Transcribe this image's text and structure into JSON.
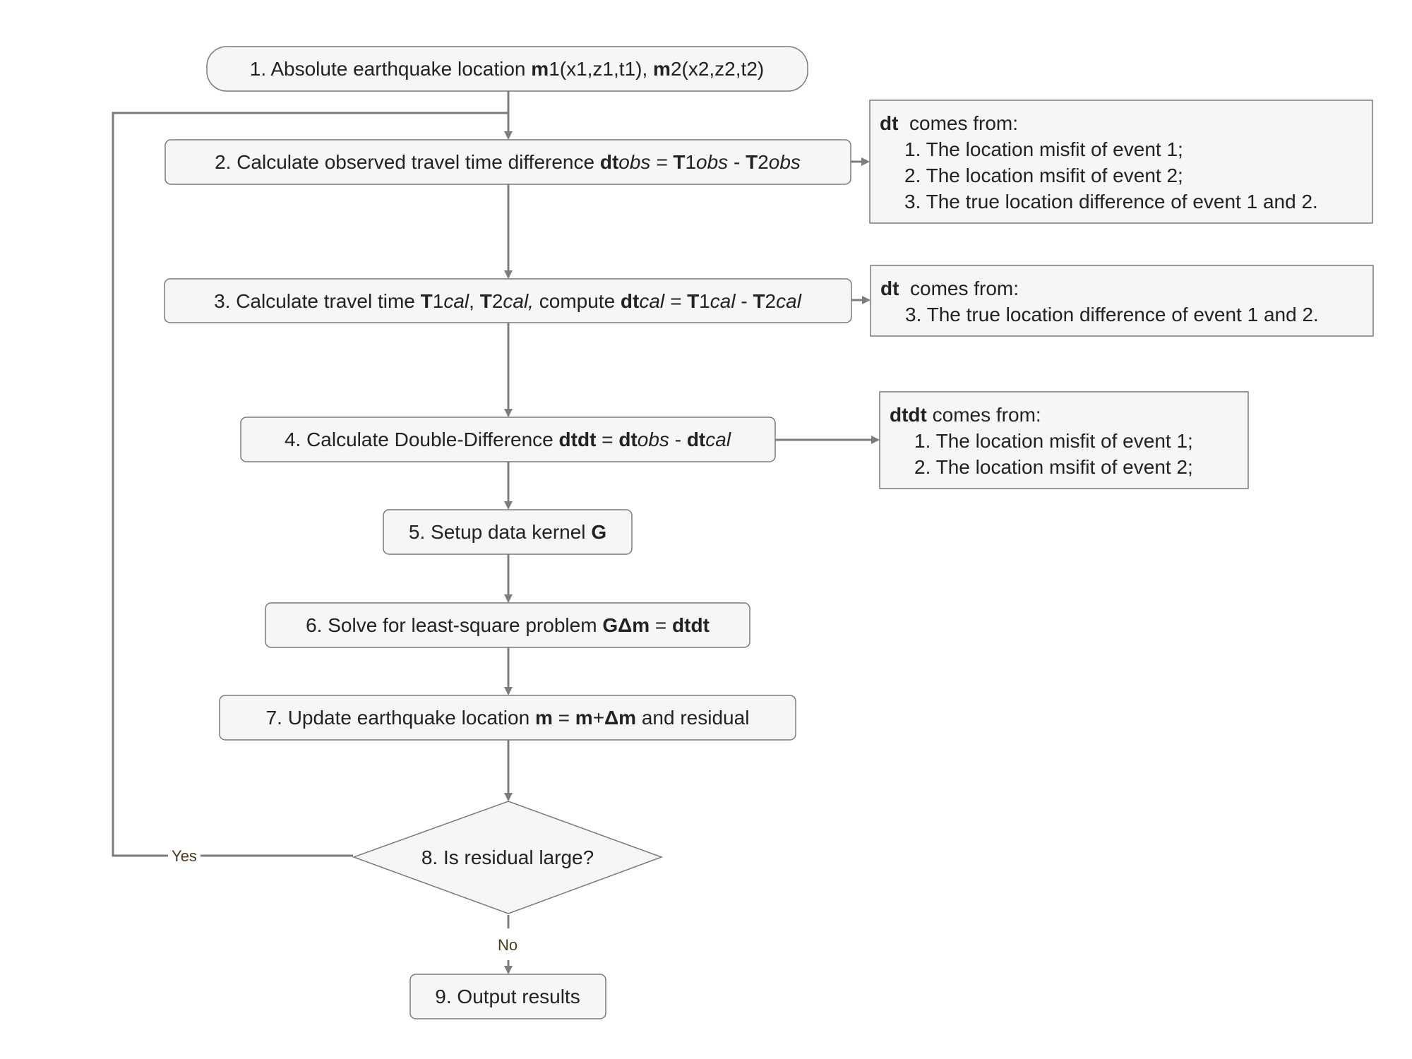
{
  "colors": {
    "node_fill": "#f6f6f6",
    "node_stroke": "#7a7a7a",
    "arrow": "#7c7c7c",
    "label_yes": "#4b3b1a",
    "label_no": "#4b3b1a",
    "text": "#222222"
  },
  "steps": [
    {
      "id": "step1",
      "parts": [
        {
          "t": "1. Absolute earthquake location "
        },
        {
          "t": "m",
          "b": true
        },
        {
          "t": "1(x1,z1,t1), "
        },
        {
          "t": "m",
          "b": true
        },
        {
          "t": "2(x2,z2,t2)"
        }
      ]
    },
    {
      "id": "step2",
      "parts": [
        {
          "t": "2. Calculate observed travel time difference "
        },
        {
          "t": "dt",
          "b": true
        },
        {
          "t": "obs = ",
          "i": true
        },
        {
          "t": "T",
          "b": true
        },
        {
          "t": "1"
        },
        {
          "t": "obs",
          "i": true
        },
        {
          "t": " - "
        },
        {
          "t": "T",
          "b": true
        },
        {
          "t": "2"
        },
        {
          "t": "obs",
          "i": true
        }
      ]
    },
    {
      "id": "step3",
      "parts": [
        {
          "t": "3. Calculate travel time "
        },
        {
          "t": "T",
          "b": true
        },
        {
          "t": "1"
        },
        {
          "t": "cal",
          "i": true
        },
        {
          "t": ", "
        },
        {
          "t": "T",
          "b": true
        },
        {
          "t": "2"
        },
        {
          "t": "cal,",
          "i": true
        },
        {
          "t": " compute "
        },
        {
          "t": "dt",
          "b": true
        },
        {
          "t": "cal = ",
          "i": true
        },
        {
          "t": "T",
          "b": true
        },
        {
          "t": "1"
        },
        {
          "t": "cal",
          "i": true
        },
        {
          "t": " - "
        },
        {
          "t": "T",
          "b": true
        },
        {
          "t": "2"
        },
        {
          "t": "cal",
          "i": true
        }
      ]
    },
    {
      "id": "step4",
      "parts": [
        {
          "t": "4. Calculate Double-Difference "
        },
        {
          "t": "dtdt",
          "b": true
        },
        {
          "t": " = "
        },
        {
          "t": "dt",
          "b": true
        },
        {
          "t": "obs",
          "i": true
        },
        {
          "t": " - "
        },
        {
          "t": "dt",
          "b": true
        },
        {
          "t": "cal",
          "i": true
        }
      ]
    },
    {
      "id": "step5",
      "parts": [
        {
          "t": "5. Setup data kernel "
        },
        {
          "t": "G",
          "b": true
        }
      ]
    },
    {
      "id": "step6",
      "parts": [
        {
          "t": "6. Solve for least-square problem "
        },
        {
          "t": "GΔm",
          "b": true
        },
        {
          "t": " = "
        },
        {
          "t": "dtdt",
          "b": true
        }
      ]
    },
    {
      "id": "step7",
      "parts": [
        {
          "t": "7. Update earthquake location "
        },
        {
          "t": "m",
          "b": true
        },
        {
          "t": " = "
        },
        {
          "t": "m",
          "b": true
        },
        {
          "t": "+"
        },
        {
          "t": "Δm",
          "b": true
        },
        {
          "t": " and residual"
        }
      ]
    },
    {
      "id": "step8",
      "parts": [
        {
          "t": "8. Is residual large?"
        }
      ]
    },
    {
      "id": "step9",
      "parts": [
        {
          "t": "9. Output results"
        }
      ]
    }
  ],
  "notes": [
    {
      "id": "note1",
      "lines": [
        [
          {
            "t": "dt",
            "b": true
          },
          {
            "t": "  comes from:"
          }
        ],
        [
          {
            "t": "1. The location misfit of event 1;"
          }
        ],
        [
          {
            "t": "2. The location msifit of event 2;"
          }
        ],
        [
          {
            "t": "3. The true location difference of event 1 and 2."
          }
        ]
      ]
    },
    {
      "id": "note2",
      "lines": [
        [
          {
            "t": "dt",
            "b": true
          },
          {
            "t": "  comes from:"
          }
        ],
        [
          {
            "t": "3. The true location difference of event 1 and 2."
          }
        ]
      ]
    },
    {
      "id": "note3",
      "lines": [
        [
          {
            "t": "dtdt",
            "b": true
          },
          {
            "t": " comes from:"
          }
        ],
        [
          {
            "t": "1. The location misfit of event 1;"
          }
        ],
        [
          {
            "t": "2. The location msifit of event 2;"
          }
        ]
      ]
    }
  ],
  "edge_labels": {
    "yes": "Yes",
    "no": "No"
  }
}
